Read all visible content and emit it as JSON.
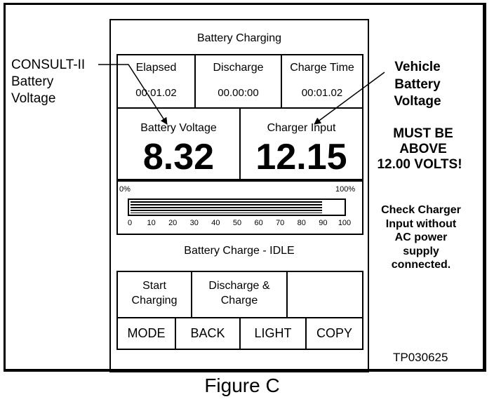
{
  "screen": {
    "title": "Battery Charging",
    "timers": [
      {
        "label": "Elapsed",
        "value": "00:01.02"
      },
      {
        "label": "Discharge",
        "value": "00.00:00"
      },
      {
        "label": "Charge Time",
        "value": "00:01.02"
      }
    ],
    "battery_voltage": {
      "label": "Battery Voltage",
      "value": "8.32"
    },
    "charger_input": {
      "label": "Charger Input",
      "value": "12.15"
    },
    "progress": {
      "min_label": "0%",
      "max_label": "100%",
      "fill_fraction": 0.9,
      "ticks": [
        "0",
        "10",
        "20",
        "30",
        "40",
        "50",
        "60",
        "70",
        "80",
        "90",
        "100"
      ]
    },
    "status": "Battery Charge - IDLE",
    "buttons": {
      "start_line1": "Start",
      "start_line2": "Charging",
      "discharge_line1": "Discharge &",
      "discharge_line2": "Charge",
      "mode": "MODE",
      "back": "BACK",
      "light": "LIGHT",
      "copy": "COPY"
    }
  },
  "annotations": {
    "consult_line1": "CONSULT-II",
    "consult_line2": "Battery",
    "consult_line3": "Voltage",
    "vehicle_line1": "Vehicle",
    "vehicle_line2": "Battery",
    "vehicle_line3": "Voltage",
    "must_line1": "MUST BE",
    "must_line2": "ABOVE",
    "must_line3": "12.00 VOLTS!",
    "check_line1": "Check Charger",
    "check_line2": "Input without",
    "check_line3": "AC power",
    "check_line4": "supply",
    "check_line5": "connected."
  },
  "figure_id": "TP030625",
  "caption": "Figure C"
}
